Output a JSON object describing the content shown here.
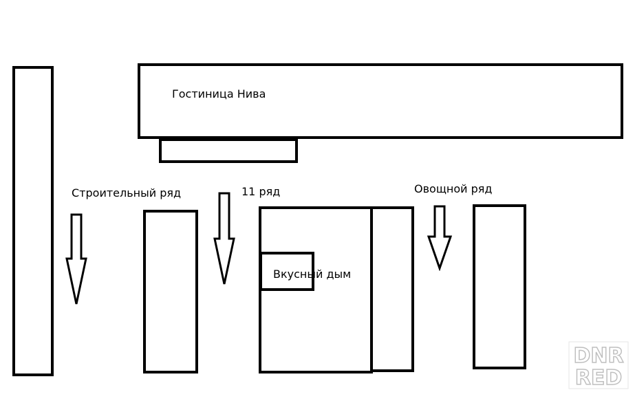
{
  "labels": {
    "hotel": "Гостиница Нива",
    "building_row": "Строительный ряд",
    "row_11": "11 ряд",
    "vegetable_row": "Овощной ряд",
    "smoke": "Вкусный дым"
  },
  "watermark": {
    "line1": "DNR",
    "line2": "RED"
  },
  "colors": {
    "ink": "#000000",
    "background": "#ffffff",
    "watermark": "#d9d9d9"
  },
  "arrow_direction": "down"
}
